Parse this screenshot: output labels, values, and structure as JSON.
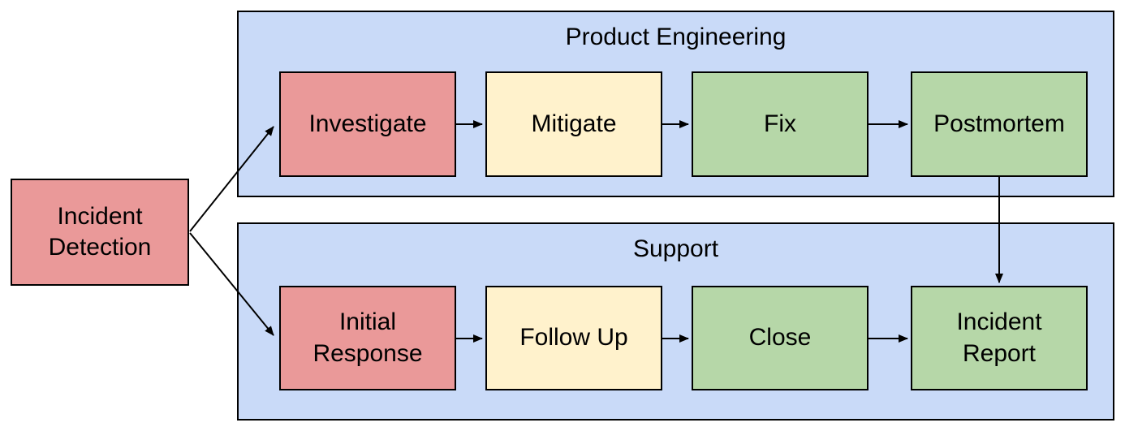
{
  "canvas": {
    "background": "#FFFFFF"
  },
  "palette": {
    "lane_fill": "#C9DAF8",
    "red_fill": "#EA9999",
    "yellow_fill": "#FFF2CC",
    "green_fill": "#B6D7A8",
    "border": "#000000",
    "arrow": "#000000",
    "text": "#000000"
  },
  "start": {
    "label": "Incident\nDetection",
    "fill": "#EA9999"
  },
  "lanes": [
    {
      "title": "Product Engineering",
      "fill": "#C9DAF8",
      "nodes": [
        {
          "label": "Investigate",
          "fill": "#EA9999"
        },
        {
          "label": "Mitigate",
          "fill": "#FFF2CC"
        },
        {
          "label": "Fix",
          "fill": "#B6D7A8"
        },
        {
          "label": "Postmortem",
          "fill": "#B6D7A8"
        }
      ]
    },
    {
      "title": "Support",
      "fill": "#C9DAF8",
      "nodes": [
        {
          "label": "Initial\nResponse",
          "fill": "#EA9999"
        },
        {
          "label": "Follow Up",
          "fill": "#FFF2CC"
        },
        {
          "label": "Close",
          "fill": "#B6D7A8"
        },
        {
          "label": "Incident\nReport",
          "fill": "#B6D7A8"
        }
      ]
    }
  ],
  "edges": [
    {
      "from": "Incident Detection",
      "to": "Investigate"
    },
    {
      "from": "Incident Detection",
      "to": "Initial Response"
    },
    {
      "from": "Investigate",
      "to": "Mitigate"
    },
    {
      "from": "Mitigate",
      "to": "Fix"
    },
    {
      "from": "Fix",
      "to": "Postmortem"
    },
    {
      "from": "Postmortem",
      "to": "Incident Report"
    },
    {
      "from": "Initial Response",
      "to": "Follow Up"
    },
    {
      "from": "Follow Up",
      "to": "Close"
    },
    {
      "from": "Close",
      "to": "Incident Report"
    }
  ]
}
